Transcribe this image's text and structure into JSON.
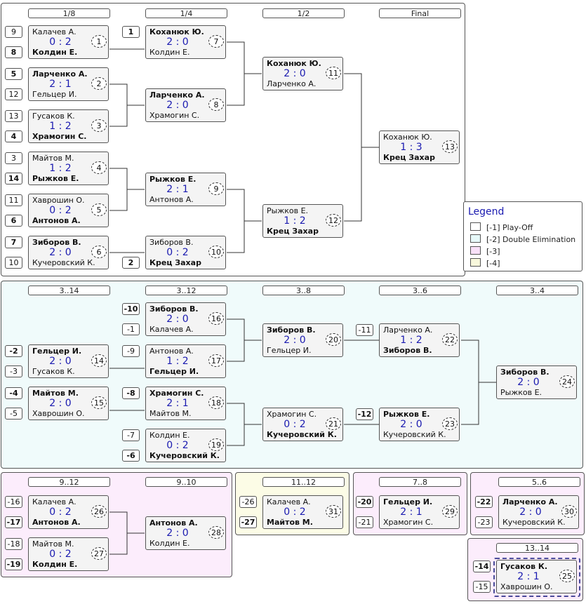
{
  "rounds_main": [
    "1/8",
    "1/4",
    "1/2",
    "Final"
  ],
  "rounds_cons": [
    "3..14",
    "3..12",
    "3..8",
    "3..6",
    "3..4"
  ],
  "rounds_9": [
    "9..12",
    "9..10"
  ],
  "rounds_11": [
    "11..12"
  ],
  "rounds_7": [
    "7..8"
  ],
  "rounds_5": [
    "5..6"
  ],
  "rounds_13": [
    "13..14"
  ],
  "legend": {
    "title": "Legend",
    "items": [
      {
        "label": "[-1] Play-Off",
        "color": "#ffffff"
      },
      {
        "label": "[-2] Double Elimination",
        "color": "#e6f8f8"
      },
      {
        "label": "[-3]",
        "color": "#f8e0f8"
      },
      {
        "label": "[-4]",
        "color": "#f8f8dc"
      }
    ]
  },
  "matches": [
    {
      "num": "1",
      "p1": "Калачев А.",
      "p2": "Колдин Е.",
      "score": "0 : 2",
      "winner": 2,
      "seed1": "9",
      "seed2": "8"
    },
    {
      "num": "2",
      "p1": "Ларченко А.",
      "p2": "Гельцер И.",
      "score": "2 : 1",
      "winner": 1,
      "seed1": "5",
      "seed2": "12"
    },
    {
      "num": "3",
      "p1": "Гусаков К.",
      "p2": "Храмогин С.",
      "score": "1 : 2",
      "winner": 2,
      "seed1": "13",
      "seed2": "4"
    },
    {
      "num": "4",
      "p1": "Майтов М.",
      "p2": "Рыжков Е.",
      "score": "1 : 2",
      "winner": 2,
      "seed1": "3",
      "seed2": "14"
    },
    {
      "num": "5",
      "p1": "Хаврошин О.",
      "p2": "Антонов А.",
      "score": "0 : 2",
      "winner": 2,
      "seed1": "11",
      "seed2": "6"
    },
    {
      "num": "6",
      "p1": "Зиборов В.",
      "p2": "Кучеровский К.",
      "score": "2 : 0",
      "winner": 1,
      "seed1": "7",
      "seed2": "10"
    },
    {
      "num": "7",
      "p1": "Коханюк Ю.",
      "p2": "Колдин Е.",
      "score": "2 : 0",
      "winner": 1,
      "seed1": "1"
    },
    {
      "num": "8",
      "p1": "Ларченко А.",
      "p2": "Храмогин С.",
      "score": "2 : 0",
      "winner": 1
    },
    {
      "num": "9",
      "p1": "Рыжков Е.",
      "p2": "Антонов А.",
      "score": "2 : 1",
      "winner": 1
    },
    {
      "num": "10",
      "p1": "Зиборов В.",
      "p2": "Крец Захар",
      "score": "0 : 2",
      "winner": 2,
      "seed2": "2"
    },
    {
      "num": "11",
      "p1": "Коханюк Ю.",
      "p2": "Ларченко А.",
      "score": "2 : 0",
      "winner": 1
    },
    {
      "num": "12",
      "p1": "Рыжков Е.",
      "p2": "Крец Захар",
      "score": "1 : 2",
      "winner": 2
    },
    {
      "num": "13",
      "p1": "Коханюк Ю.",
      "p2": "Крец Захар",
      "score": "1 : 3",
      "winner": 2
    },
    {
      "num": "16",
      "p1": "Зиборов В.",
      "p2": "Калачев А.",
      "score": "2 : 0",
      "winner": 1,
      "seed1": "-10",
      "seed2": "-1"
    },
    {
      "num": "17",
      "p1": "Антонов А.",
      "p2": "Гельцер И.",
      "score": "1 : 2",
      "winner": 2,
      "seed1": "-9"
    },
    {
      "num": "14",
      "p1": "Гельцер И.",
      "p2": "Гусаков К.",
      "score": "2 : 0",
      "winner": 1,
      "seed1": "-2",
      "seed2": "-3"
    },
    {
      "num": "15",
      "p1": "Майтов М.",
      "p2": "Хаврошин О.",
      "score": "2 : 0",
      "winner": 1,
      "seed1": "-4",
      "seed2": "-5"
    },
    {
      "num": "18",
      "p1": "Храмогин С.",
      "p2": "Майтов М.",
      "score": "2 : 1",
      "winner": 1,
      "seed1": "-8"
    },
    {
      "num": "19",
      "p1": "Колдин Е.",
      "p2": "Кучеровский К.",
      "score": "0 : 2",
      "winner": 2,
      "seed1": "-7",
      "seed2": "-6"
    },
    {
      "num": "20",
      "p1": "Зиборов В.",
      "p2": "Гельцер И.",
      "score": "2 : 0",
      "winner": 1
    },
    {
      "num": "21",
      "p1": "Храмогин С.",
      "p2": "Кучеровский К.",
      "score": "0 : 2",
      "winner": 2
    },
    {
      "num": "22",
      "p1": "Ларченко А.",
      "p2": "Зиборов В.",
      "score": "1 : 2",
      "winner": 2,
      "seed1": "-11"
    },
    {
      "num": "23",
      "p1": "Рыжков Е.",
      "p2": "Кучеровский К.",
      "score": "2 : 0",
      "winner": 1,
      "seed1": "-12"
    },
    {
      "num": "24",
      "p1": "Зиборов В.",
      "p2": "Рыжков Е.",
      "score": "2 : 0",
      "winner": 1
    },
    {
      "num": "26",
      "p1": "Калачев А.",
      "p2": "Антонов А.",
      "score": "0 : 2",
      "winner": 2,
      "seed1": "-16",
      "seed2": "-17"
    },
    {
      "num": "27",
      "p1": "Майтов М.",
      "p2": "Колдин Е.",
      "score": "0 : 2",
      "winner": 2,
      "seed1": "-18",
      "seed2": "-19"
    },
    {
      "num": "28",
      "p1": "Антонов А.",
      "p2": "Колдин Е.",
      "score": "2 : 0",
      "winner": 1
    },
    {
      "num": "31",
      "p1": "Калачев А.",
      "p2": "Майтов М.",
      "score": "0 : 2",
      "winner": 2,
      "seed1": "-26",
      "seed2": "-27"
    },
    {
      "num": "29",
      "p1": "Гельцер И.",
      "p2": "Храмогин С.",
      "score": "2 : 1",
      "winner": 1,
      "seed1": "-20",
      "seed2": "-21"
    },
    {
      "num": "30",
      "p1": "Ларченко А.",
      "p2": "Кучеровский К.",
      "score": "2 : 0",
      "winner": 1,
      "seed1": "-22",
      "seed2": "-23"
    },
    {
      "num": "25",
      "p1": "Гусаков К.",
      "p2": "Хаврошин О.",
      "score": "2 : 1",
      "winner": 1,
      "seed1": "-14",
      "seed2": "-15"
    }
  ]
}
